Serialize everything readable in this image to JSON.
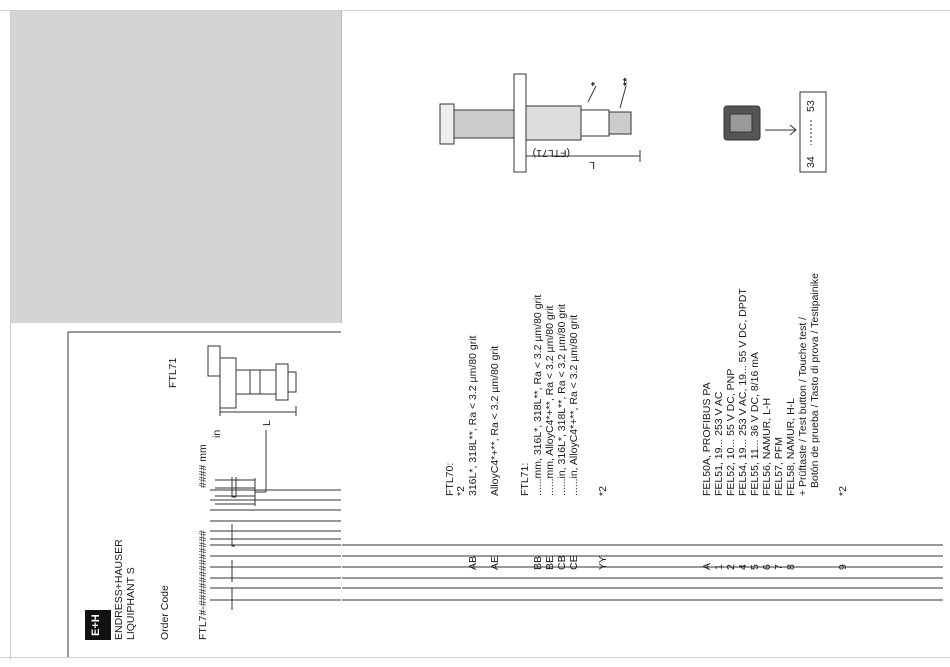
{
  "header": {
    "logo_text": "E+H",
    "brand": "ENDRESS+HAUSER",
    "product": "LIQUIPHANT S",
    "order_code_label": "Order Code",
    "order_code": "FTL7#-#############",
    "length_units": {
      "mm": "#### mm",
      "in": "in"
    },
    "model_label": "FTL71",
    "dim_label": "L"
  },
  "sections": {
    "ftl70": {
      "title": "FTL70:",
      "note": "*2",
      "rows": [
        {
          "code": "AB",
          "text": "316L*, 318L**,  Ra < 3.2 µm/80 grit"
        },
        {
          "code": "AE",
          "text": "AlloyC4*+**,      Ra < 3.2 µm/80 grit"
        }
      ]
    },
    "ftl71": {
      "title": "FTL71:",
      "rows": [
        {
          "code": "BB",
          "text": "......mm, 316L*, 318L**,   Ra < 3.2 µm/80 grit"
        },
        {
          "code": "BE",
          "text": "......mm, AlloyC4*+**,      Ra < 3.2 µm/80 grit"
        },
        {
          "code": "CB",
          "text": "......in,  316L*, 318L**,   Ra < 3.2 µm/80 grit"
        },
        {
          "code": "CE",
          "text": "......in,  AlloyC4*+**,      Ra < 3.2 µm/80 grit"
        }
      ],
      "extra_code": "YY",
      "extra_note": "*2"
    },
    "electronics": {
      "rows": [
        {
          "code": "A",
          "text": "FEL50A, PROFIBUS PA"
        },
        {
          "code": "1",
          "text": "FEL51,  19... 253 V AC"
        },
        {
          "code": "2",
          "text": "FEL52,  10... 55 V DC, PNP"
        },
        {
          "code": "4",
          "text": "FEL54,  19... 253 V AC, 19... 55 V DC, DPDT"
        },
        {
          "code": "5",
          "text": "FEL55,  11... 36 V DC, 8/16 mA"
        },
        {
          "code": "6",
          "text": "FEL56,  NAMUR, L-H"
        },
        {
          "code": "7",
          "text": "FEL57,  PFM"
        },
        {
          "code": "8",
          "text": "FEL58,  NAMUR, H-L"
        }
      ],
      "touch_line1": "+ Prüftaste / Test button / Touche test /",
      "touch_line2": "Botón de prueba / Tasto di prova / Testipainike",
      "extra_code": "9",
      "extra_note": "*2"
    }
  },
  "illustration": {
    "probe_label": "(FTL71)",
    "dim_label": "L",
    "star1": "*",
    "star2": "**",
    "code_from": "34",
    "code_to": "53"
  }
}
